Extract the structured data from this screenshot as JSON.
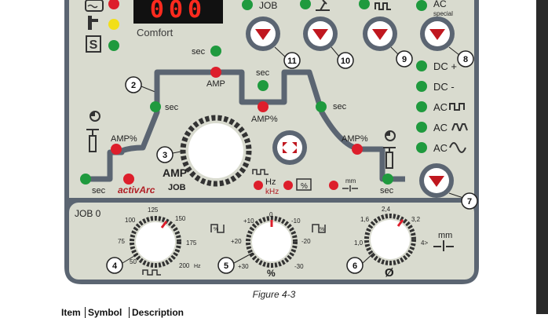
{
  "display": {
    "digits": "000",
    "mode_label": "Comfort"
  },
  "top_labels": {
    "job": "JOB",
    "ac_top": "AC",
    "special": "special"
  },
  "callouts": {
    "c2": "2",
    "c3": "3",
    "c4": "4",
    "c5": "5",
    "c6": "6",
    "c7": "7",
    "c8": "8",
    "c9": "9",
    "c10": "10",
    "c11": "11"
  },
  "curve_labels": {
    "sec_top": "sec",
    "amp_top": "AMP",
    "sec_mid": "sec",
    "sec_left": "sec",
    "amp_pct_mid": "AMP%",
    "sec_right": "sec",
    "amp_pct_left": "AMP%",
    "amp_pct_right": "AMP%",
    "sec_bl": "sec",
    "sec_br": "sec",
    "active_arc_1": "activ",
    "active_arc_2": "Arc"
  },
  "center": {
    "amp": "AMP",
    "job": "JOB",
    "hz": "Hz",
    "khz": "kHz",
    "pct": "%",
    "mm": "mm"
  },
  "process_list": {
    "dc_plus": "DC +",
    "dc_minus": "DC -",
    "ac1": "AC",
    "ac2": "AC",
    "ac3": "AC"
  },
  "bottom": {
    "job0": "JOB 0",
    "k4": {
      "t100": "100",
      "t125": "125",
      "t150": "150",
      "t75": "75",
      "t175": "175",
      "t50": "50",
      "t200": "200",
      "hz": "Hz"
    },
    "k5": {
      "p10": "+10",
      "z0": "0",
      "m10": "-10",
      "p20": "+20",
      "m20": "-20",
      "p30": "+30",
      "m30": "-30",
      "pct": "%",
      "pct_l": "%",
      "pct_r": "%"
    },
    "k6": {
      "v16": "1,6",
      "v24": "2,4",
      "v32": "3,2",
      "v10": "1,0",
      "v4": "4>",
      "mm": "mm",
      "diam": "Ø"
    }
  },
  "caption": "Figure 4-3",
  "table_headers": [
    "Item",
    "Symbol",
    "Description"
  ],
  "colors": {
    "panel": "#d9dbcf",
    "frame": "#5b6572",
    "led_green": "#1f9a3e",
    "led_red": "#dd1e2b",
    "led_yellow": "#f2df19",
    "display_red": "#ff2a1e"
  }
}
